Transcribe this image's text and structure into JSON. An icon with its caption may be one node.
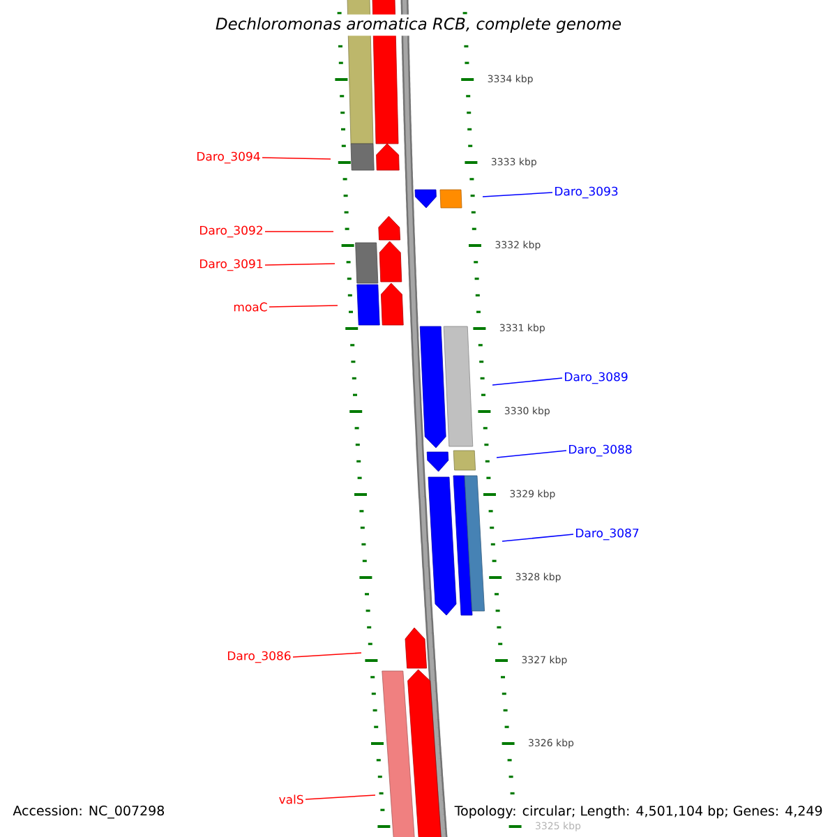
{
  "diagram": {
    "title": "Dechloromonas aromatica RCB, complete genome",
    "nodes": [
      {
        "text": [
          "Daro_3094"
        ]
      },
      {
        "text": [
          "Daro_3093"
        ]
      },
      {
        "text": [
          "Daro_3092"
        ]
      },
      {
        "text": [
          "Daro_3091"
        ]
      },
      {
        "text": [
          "moaC"
        ]
      },
      {
        "text": [
          "Daro_3089"
        ]
      },
      {
        "text": [
          "Daro_3088"
        ]
      },
      {
        "text": [
          "Daro_3087"
        ]
      },
      {
        "text": [
          "Daro_3086"
        ]
      },
      {
        "text": [
          "valS"
        ]
      }
    ],
    "edges": [
      {
        "from": 0,
        "to": null,
        "arrow": "none"
      },
      {
        "from": 1,
        "to": null,
        "arrow": "none",
        "color": "#0000ff"
      },
      {
        "from": 2,
        "to": null,
        "arrow": "none"
      },
      {
        "from": 3,
        "to": null,
        "arrow": "none"
      },
      {
        "from": 4,
        "to": null,
        "arrow": "none"
      },
      {
        "from": 5,
        "to": null,
        "arrow": "none",
        "color": "#0000ff"
      },
      {
        "from": 6,
        "to": null,
        "arrow": "none",
        "color": "#0000ff"
      },
      {
        "from": 7,
        "to": null,
        "arrow": "none",
        "color": "#0000ff"
      },
      {
        "from": 8,
        "to": null,
        "arrow": "none"
      },
      {
        "from": 9,
        "to": null,
        "arrow": "none"
      }
    ],
    "labels": [
      "3334 kbp",
      "3333 kbp",
      "3332 kbp",
      "3331 kbp",
      "3330 kbp",
      "3329 kbp",
      "3328 kbp",
      "3327 kbp",
      "3326 kbp",
      "3325 kbp",
      "Accession: NC_007298",
      "Topology: circular; Length: 4,501,104 bp; Genes: 4,249"
    ]
  }
}
